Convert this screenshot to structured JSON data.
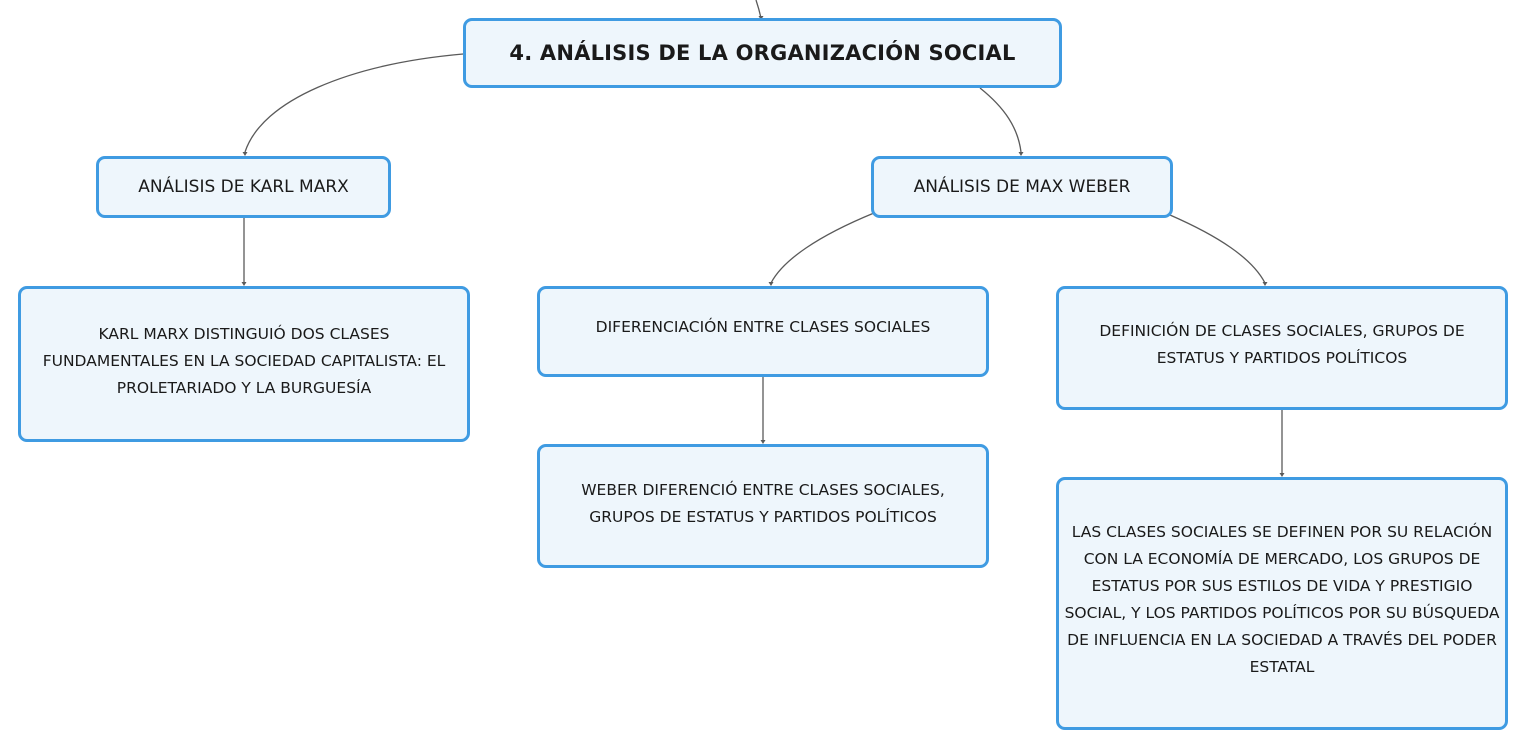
{
  "mindmap": {
    "root": {
      "label": "4. ANÁLISIS DE LA ORGANIZACIÓN SOCIAL"
    },
    "marx": {
      "label": "ANÁLISIS DE KARL MARX",
      "detail": "KARL MARX DISTINGUIÓ DOS CLASES FUNDAMENTALES EN LA SOCIEDAD CAPITALISTA: EL PROLETARIADO Y LA BURGUESÍA"
    },
    "weber": {
      "label": "ANÁLISIS DE MAX WEBER",
      "differentiation": {
        "label": "DIFERENCIACIÓN ENTRE CLASES SOCIALES",
        "detail": "WEBER DIFERENCIÓ ENTRE CLASES SOCIALES, GRUPOS DE ESTATUS Y PARTIDOS POLÍTICOS"
      },
      "definition": {
        "label": "DEFINICIÓN DE CLASES SOCIALES, GRUPOS DE ESTATUS Y PARTIDOS POLÍTICOS",
        "detail": "LAS CLASES SOCIALES SE DEFINEN POR SU RELACIÓN CON LA ECONOMÍA DE MERCADO, LOS GRUPOS DE ESTATUS POR SUS ESTILOS DE VIDA Y PRESTIGIO SOCIAL, Y LOS PARTIDOS POLÍTICOS POR SU BÚSQUEDA DE INFLUENCIA EN LA SOCIEDAD A TRAVÉS DEL PODER ESTATAL"
      }
    }
  },
  "colors": {
    "node_border": "#3f9be2",
    "node_fill": "#eef6fc",
    "connector": "#5a5a5a",
    "text": "#1a1a1a"
  }
}
